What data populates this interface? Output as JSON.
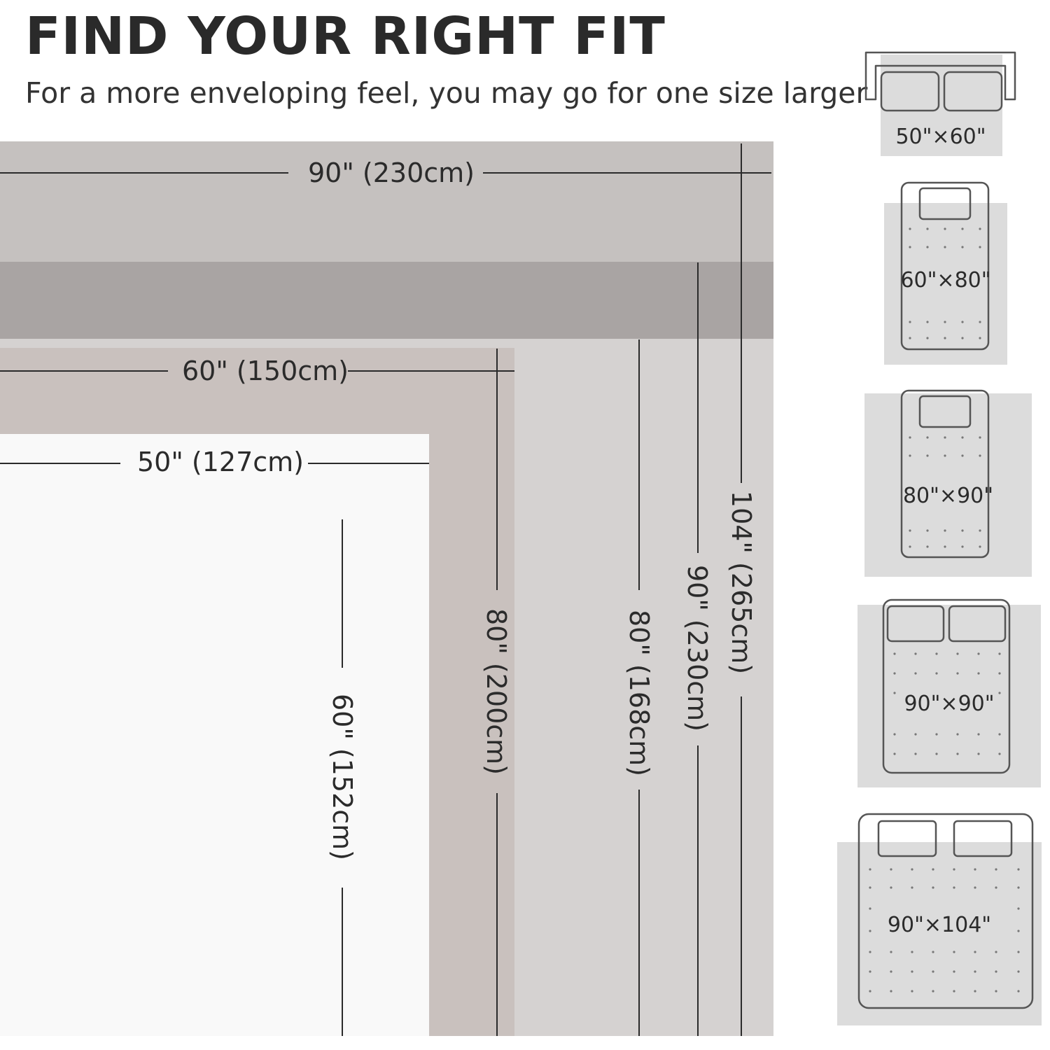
{
  "header": {
    "title": "FIND YOUR RIGHT FIT",
    "subtitle": "For a more enveloping feel, you may go for one size larger"
  },
  "diagram": {
    "width_labels": {
      "w90": "90\" (230cm)",
      "w60": "60\" (150cm)",
      "w50": "50\" (127cm)"
    },
    "length_labels": {
      "l104": "104\" (265cm)",
      "l90": "90\" (230cm)",
      "l80_168": "80\" (168cm)",
      "l80_200": "80\" (200cm)",
      "l60": "60\" (152cm)"
    }
  },
  "size_guide": [
    {
      "label": "50\"×60\"",
      "bed": "sofa"
    },
    {
      "label": "60\"×80\"",
      "bed": "single"
    },
    {
      "label": "80\"×90\"",
      "bed": "single"
    },
    {
      "label": "90\"×90\"",
      "bed": "double"
    },
    {
      "label": "90\"×104\"",
      "bed": "king"
    }
  ],
  "colors": {
    "text": "#2b2b2b",
    "blanket_90x104": "#c5c1bf",
    "blanket_90x90": "#a9a4a3",
    "blanket_80x90": "#d5d2d1",
    "blanket_60x80": "#c9c1be",
    "blanket_50x60": "#f9f9f9",
    "thumb_fill": "#dcdcdc",
    "bed_outline": "#555555"
  }
}
